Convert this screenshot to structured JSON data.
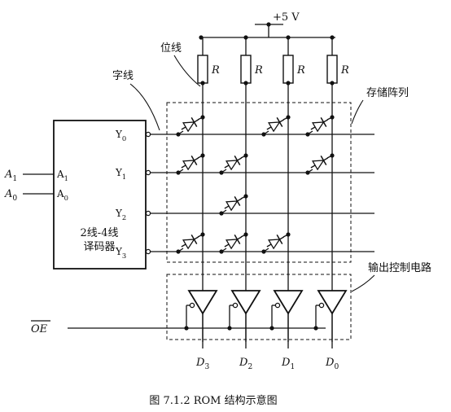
{
  "supply": {
    "label": "+5 V"
  },
  "labels": {
    "bit_line": "位线",
    "word_line": "字线",
    "storage_array": "存储阵列",
    "output_control": "输出控制电路",
    "resistor": "R"
  },
  "decoder": {
    "line1": "2线-4线",
    "line2": "译码器",
    "inputs": [
      {
        "ext": "A",
        "ext_sub": "1",
        "pin": "A",
        "pin_sub": "1"
      },
      {
        "ext": "A",
        "ext_sub": "0",
        "pin": "A",
        "pin_sub": "0"
      }
    ],
    "outputs": [
      {
        "name": "Y",
        "sub": "0"
      },
      {
        "name": "Y",
        "sub": "1"
      },
      {
        "name": "Y",
        "sub": "2"
      },
      {
        "name": "Y",
        "sub": "3"
      }
    ]
  },
  "enable": {
    "label": "OE"
  },
  "data_outputs": [
    {
      "name": "D",
      "sub": "3"
    },
    {
      "name": "D",
      "sub": "2"
    },
    {
      "name": "D",
      "sub": "1"
    },
    {
      "name": "D",
      "sub": "0"
    }
  ],
  "diode_matrix": [
    [
      1,
      0,
      1,
      1
    ],
    [
      1,
      1,
      0,
      1
    ],
    [
      0,
      1,
      0,
      0
    ],
    [
      1,
      1,
      1,
      0
    ]
  ],
  "caption": "图 7.1.2    ROM 结构示意图"
}
